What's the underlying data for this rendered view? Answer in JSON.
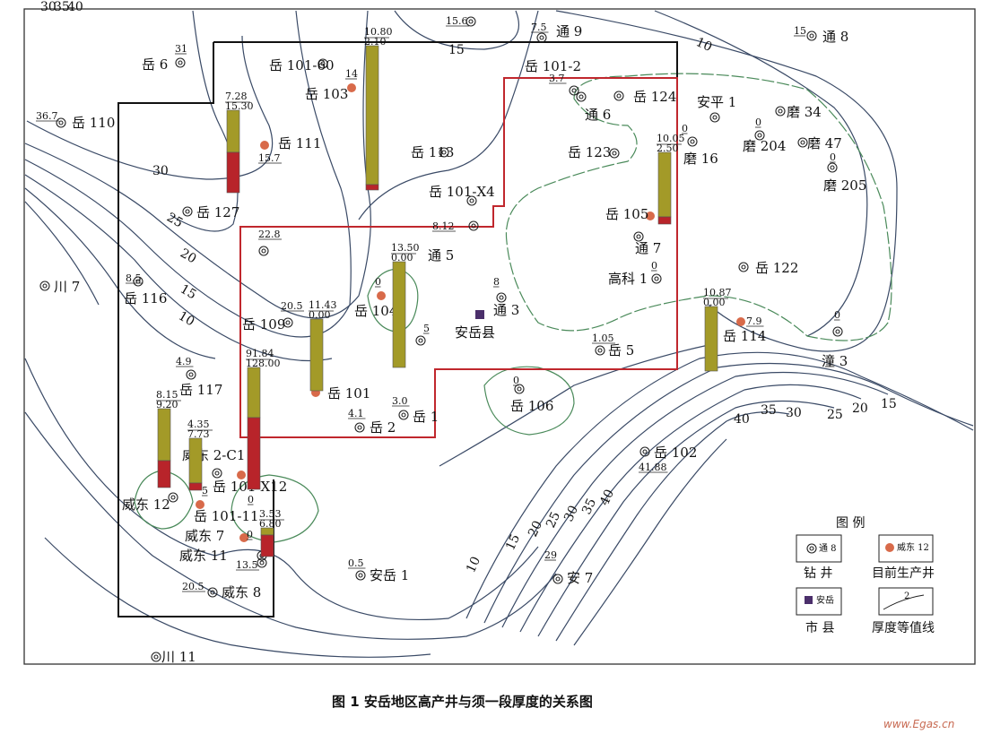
{
  "figure_caption": "图 1   安岳地区高产井与须一段厚度的关系图",
  "watermark": "www.Egas.cn",
  "legend": {
    "title": "图 例",
    "items": [
      {
        "label": "钻 井",
        "sample": "通 8"
      },
      {
        "label": "目前生产井",
        "sample": "威东 12"
      },
      {
        "label": "市 县",
        "sample": "安岳"
      },
      {
        "label": "厚度等值线",
        "sample": "2"
      }
    ]
  },
  "city": {
    "name": "安岳县"
  },
  "contour_labels": [
    "10",
    "15",
    "30",
    "25",
    "20",
    "15",
    "10",
    "30",
    "35",
    "40",
    "10",
    "15",
    "20",
    "25",
    "30",
    "35",
    "40",
    "40",
    "35",
    "30",
    "25",
    "20",
    "15"
  ],
  "wells": [
    {
      "name": "岳 6",
      "value": "31"
    },
    {
      "name": "岳 110",
      "value": "36.7"
    },
    {
      "name": "岳 101-60",
      "value": ""
    },
    {
      "name": "岳 103",
      "value": "14"
    },
    {
      "name": "岳 111",
      "value": "15.7"
    },
    {
      "name": "岳 127",
      "value": ""
    },
    {
      "name": "岳 113",
      "value": ""
    },
    {
      "name": "岳 101-X4",
      "value": ""
    },
    {
      "name": "岳 101-2",
      "value": "3.7"
    },
    {
      "name": "通 9",
      "value": "7.5"
    },
    {
      "name": "通 8",
      "value": "15"
    },
    {
      "name": "通 6",
      "value": ""
    },
    {
      "name": "岳 124",
      "value": ""
    },
    {
      "name": "安平 1",
      "value": ""
    },
    {
      "name": "磨 34",
      "value": ""
    },
    {
      "name": "磨 204",
      "value": "0"
    },
    {
      "name": "磨 47",
      "value": ""
    },
    {
      "name": "磨 205",
      "value": "0"
    },
    {
      "name": "磨 16",
      "value": "0"
    },
    {
      "name": "岳 123",
      "value": ""
    },
    {
      "name": "岳 105",
      "value": ""
    },
    {
      "name": "通 7",
      "value": ""
    },
    {
      "name": "高科 1",
      "value": "0"
    },
    {
      "name": "岳 122",
      "value": ""
    },
    {
      "name": "通 5",
      "value": "8.12"
    },
    {
      "name": "川 7",
      "value": ""
    },
    {
      "name": "岳 116",
      "value": "8.5"
    },
    {
      "name": "岳 109",
      "value": "20.5"
    },
    {
      "name": "岳 104",
      "value": "0"
    },
    {
      "name": "通 3",
      "value": "8"
    },
    {
      "name": "岳 114",
      "value": "7.9"
    },
    {
      "name": "潼 3",
      "value": "0"
    },
    {
      "name": "岳 5",
      "value": "1.05"
    },
    {
      "name": "岳 101",
      "value": ""
    },
    {
      "name": "岳 117",
      "value": "4.9"
    },
    {
      "name": "岳 106",
      "value": "0"
    },
    {
      "name": "岳 1",
      "value": "3.0"
    },
    {
      "name": "岳 2",
      "value": "4.1"
    },
    {
      "name": "威东 2-C1",
      "value": ""
    },
    {
      "name": "岳 101-X12",
      "value": "0"
    },
    {
      "name": "威东 12",
      "value": ""
    },
    {
      "name": "岳 101-11",
      "value": "5"
    },
    {
      "name": "威东 7",
      "value": "0"
    },
    {
      "name": "威东 11",
      "value": ""
    },
    {
      "name": "威东 8",
      "value": "20.5"
    },
    {
      "name": "岳 102",
      "value": "41.88"
    },
    {
      "name": "安岳 1",
      "value": "0.5"
    },
    {
      "name": "安 7",
      "value": "29"
    },
    {
      "name": "川 11",
      "value": ""
    },
    {
      "name": "unnamed",
      "value": "15.6"
    },
    {
      "name": "unnamed",
      "value": "5"
    },
    {
      "name": "unnamed",
      "value": "13.5"
    },
    {
      "name": "unnamed",
      "value": "22.8"
    }
  ],
  "bar_values": [
    {
      "top": "7.28",
      "bottom": "15.30"
    },
    {
      "top": "10.80",
      "bottom": "2.10"
    },
    {
      "top": "10.05",
      "bottom": "2.50"
    },
    {
      "top": "13.50",
      "bottom": "0.00"
    },
    {
      "top": "11.43",
      "bottom": "0.00"
    },
    {
      "top": "10.87",
      "bottom": "0.00"
    },
    {
      "top": "91.84",
      "bottom": "128.00"
    },
    {
      "top": "8.15",
      "bottom": "9.20"
    },
    {
      "top": "4.35",
      "bottom": "7.73"
    },
    {
      "top": "3.53",
      "bottom": "6.80"
    }
  ],
  "colors": {
    "bar_olive": "#a39a28",
    "bar_red": "#b8242a",
    "red_boundary": "#c0272d",
    "black_boundary": "#111111",
    "contour": "#3a4a66",
    "zero_line": "#4a8a5a",
    "producing_dot": "#d86a4a",
    "city": "#4b2f6b"
  }
}
